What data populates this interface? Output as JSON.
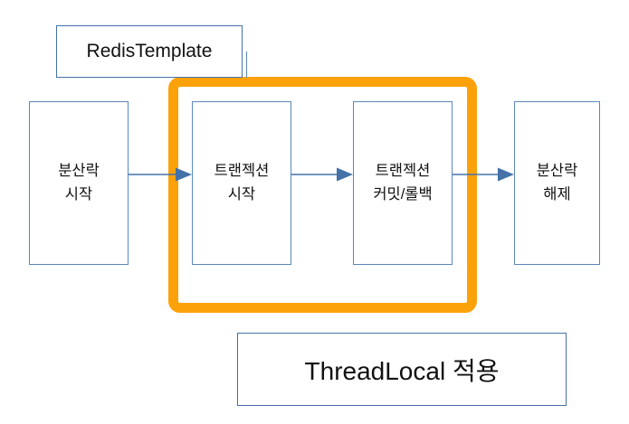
{
  "diagram": {
    "title_label_top": "RedisTemplate",
    "title_label_bottom": "ThreadLocal 적용",
    "colors": {
      "box_border": "#5B87BF",
      "label_border": "#4472A8",
      "highlight": "#FBA20B",
      "arrow": "#4472A8",
      "text": "#111111",
      "background": "#FFFFFF"
    },
    "nodes": [
      {
        "id": "lock-start",
        "label": "분산락\n시작"
      },
      {
        "id": "tx-start",
        "label": "트랜젝션\n시작"
      },
      {
        "id": "tx-commit",
        "label": "트랜젝션\n커밋/롤백"
      },
      {
        "id": "lock-release",
        "label": "분산락\n해제"
      }
    ],
    "edges": [
      {
        "from": "lock-start",
        "to": "tx-start",
        "style": "solid-arrow"
      },
      {
        "from": "tx-start",
        "to": "tx-commit",
        "style": "solid-arrow"
      },
      {
        "from": "tx-commit",
        "to": "lock-release",
        "style": "solid-arrow"
      }
    ],
    "annotations": [
      {
        "id": "redistemplate",
        "text": "RedisTemplate",
        "scope": "highlight-frame"
      },
      {
        "id": "threadlocal",
        "text": "ThreadLocal 적용",
        "scope": "highlight-frame"
      }
    ],
    "highlight": {
      "covers": [
        "tx-start",
        "tx-commit"
      ],
      "shape": "rounded-rectangle"
    }
  }
}
